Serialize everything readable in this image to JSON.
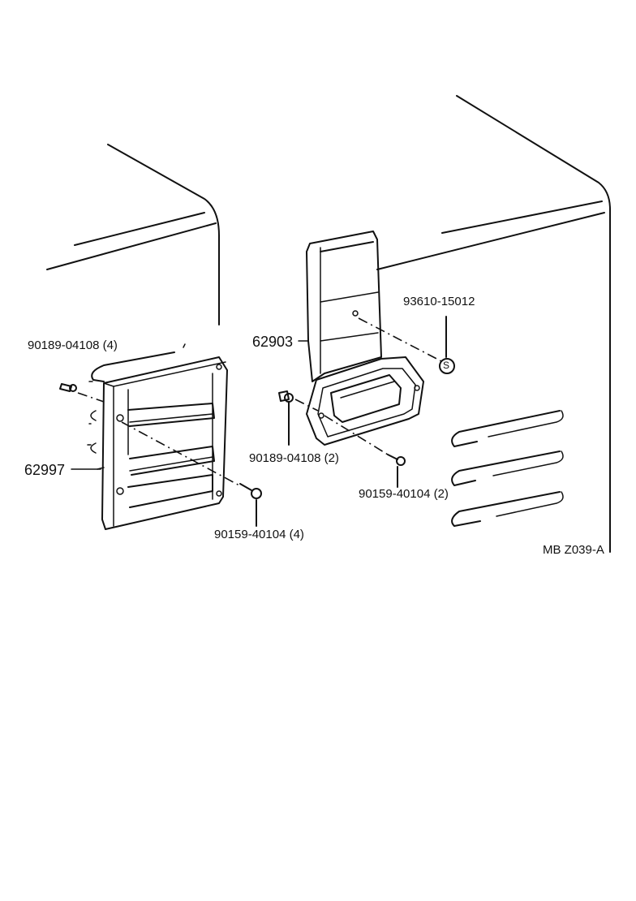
{
  "callouts": {
    "left_clip": "90189-04108 (4)",
    "left_panel": "62997",
    "left_screw": "90159-40104 (4)",
    "duct": "62903",
    "clip_seal": "93610-15012",
    "clip_seal_symbol": "S",
    "right_clip": "90189-04108 (2)",
    "right_screw": "90159-40104 (2)"
  },
  "diagram_code": "MB Z039-A"
}
